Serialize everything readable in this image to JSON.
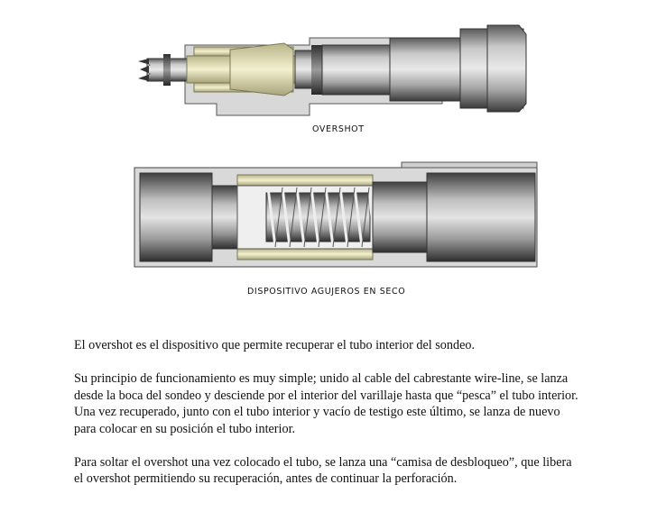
{
  "figures": {
    "overshot": {
      "caption": "OVERSHOT"
    },
    "dry_hole_device": {
      "caption": "DISPOSITIVO AGUJEROS EN SECO"
    }
  },
  "body": {
    "p1": [
      "El overshot es el dispositivo que permite recuperar el tubo interior del sondeo."
    ],
    "p2": [
      "Su principio de funcionamiento es muy simple; unido al cable del cabrestante wire-line, se lanza",
      "desde la boca del sondeo y desciende por el interior del varillaje hasta que “pesca” el tubo interior.",
      "Una vez recuperado, junto con el tubo interior y vacío de testigo este último, se lanza de nuevo",
      "para colocar en su posición el tubo interior."
    ],
    "p3": [
      "Para soltar el overshot una vez colocado el tubo, se lanza una “camisa de desbloqueo”, que libera",
      "el overshot permitiendo su recuperación, antes de continuar la perforación."
    ]
  }
}
